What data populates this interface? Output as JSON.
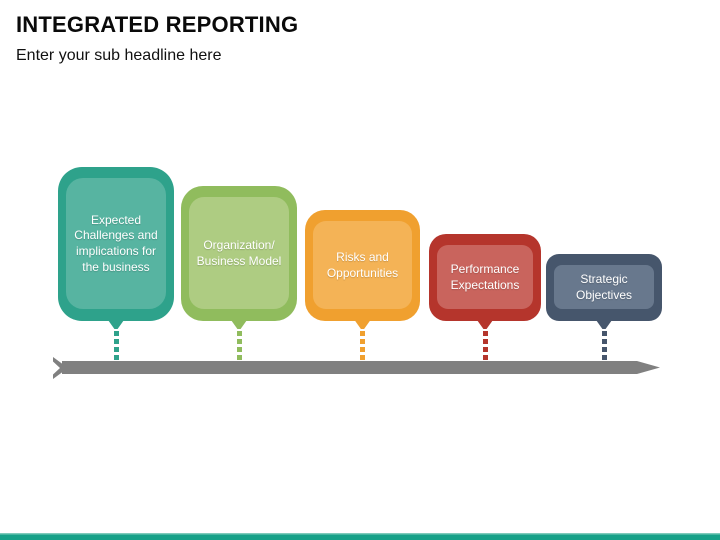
{
  "slide": {
    "title": "INTEGRATED REPORTING",
    "subtitle": "Enter your sub headline here"
  },
  "shapes": [
    {
      "label": "Expected Challenges and implications for the business",
      "outer_color": "#2EA28B",
      "inner_color": "#57B4A1"
    },
    {
      "label": "Organization/ Business Model",
      "outer_color": "#90BC5D",
      "inner_color": "#AECC82"
    },
    {
      "label": "Risks and Opportunities",
      "outer_color": "#F0A02F",
      "inner_color": "#F4B356"
    },
    {
      "label": "Performance Expectations",
      "outer_color": "#B5352C",
      "inner_color": "#C9645D"
    },
    {
      "label": "Strategic Objectives",
      "outer_color": "#46566C",
      "inner_color": "#68788D"
    }
  ],
  "timeline": {
    "bar_color": "#808080"
  },
  "footer": {
    "accent_color": "#17A188",
    "accent_light_color": "#7FCBBB"
  }
}
